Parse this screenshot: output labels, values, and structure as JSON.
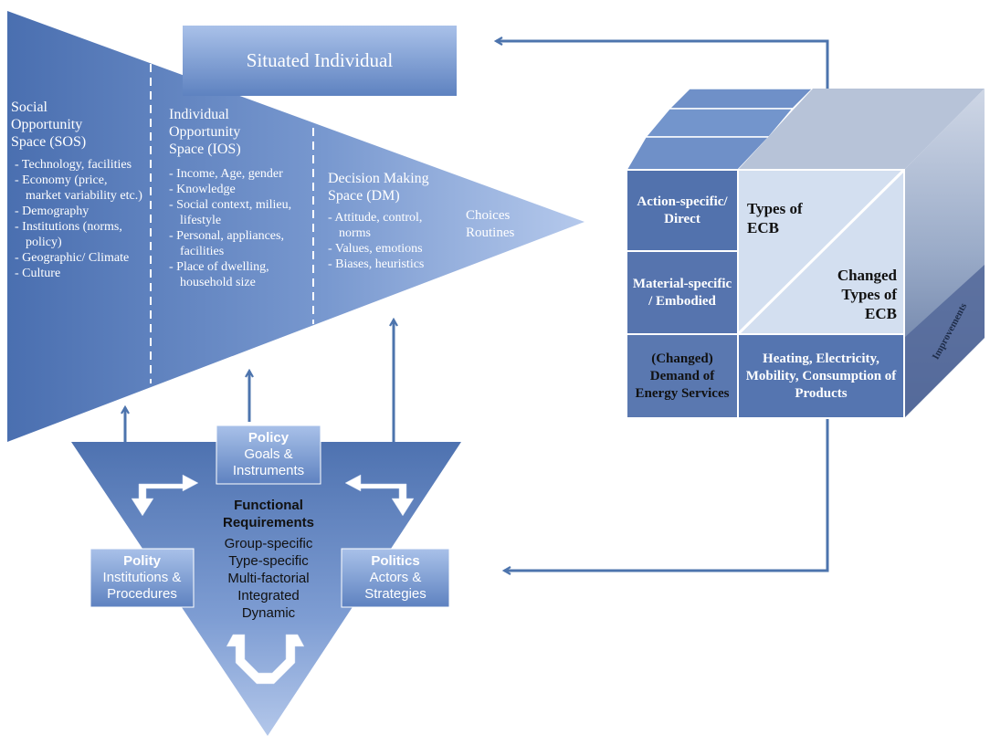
{
  "situated_individual": "Situated Individual",
  "sos": {
    "title_lines": [
      "Social",
      "Opportunity",
      "Space (SOS)"
    ],
    "items": [
      "- Technology, facilities",
      "- Economy (price, market variability etc.)",
      "- Demography",
      "- Institutions (norms, policy)",
      "- Geographic/ Climate",
      "- Culture"
    ]
  },
  "ios": {
    "title_lines": [
      "Individual",
      "Opportunity",
      "Space (IOS)"
    ],
    "items": [
      "- Income, Age, gender",
      "- Knowledge",
      "- Social context, milieu, lifestyle",
      "- Personal, appliances, facilities",
      "- Place of dwelling, household size"
    ]
  },
  "dm": {
    "title_lines": [
      "Decision Making",
      "Space (DM)"
    ],
    "items": [
      "- Attitude, control, norms",
      "- Values, emotions",
      "- Biases, heuristics"
    ]
  },
  "choices": "Choices",
  "routines": "Routines",
  "policy": {
    "title": "Policy",
    "line1": "Goals &",
    "line2": "Instruments"
  },
  "polity": {
    "title": "Polity",
    "line1": "Institutions &",
    "line2": "Procedures"
  },
  "politics": {
    "title": "Politics",
    "line1": "Actors &",
    "line2": "Strategies"
  },
  "functional": {
    "title_line1": "Functional",
    "title_line2": "Requirements",
    "items": [
      "Group-specific",
      "Type-specific",
      "Multi-factorial",
      "Integrated",
      "Dynamic"
    ]
  },
  "cube": {
    "action_specific": "Action-specific/ Direct",
    "material_specific": "Material-specific / Embodied",
    "changed_demand": "(Changed) Demand of Energy Services",
    "types_of_ecb": "Types of ECB",
    "changed_types": "Changed Types of ECB",
    "heating": "Heating, Electricity, Mobility, Consumption of Products",
    "improvements": "Improvements"
  },
  "colors": {
    "blue_dark": "#4a6fa9",
    "blue_mid": "#6d8fc4",
    "blue_light": "#9db6df",
    "cube_light": "#d3dff0",
    "arrow": "#4d74ad"
  }
}
